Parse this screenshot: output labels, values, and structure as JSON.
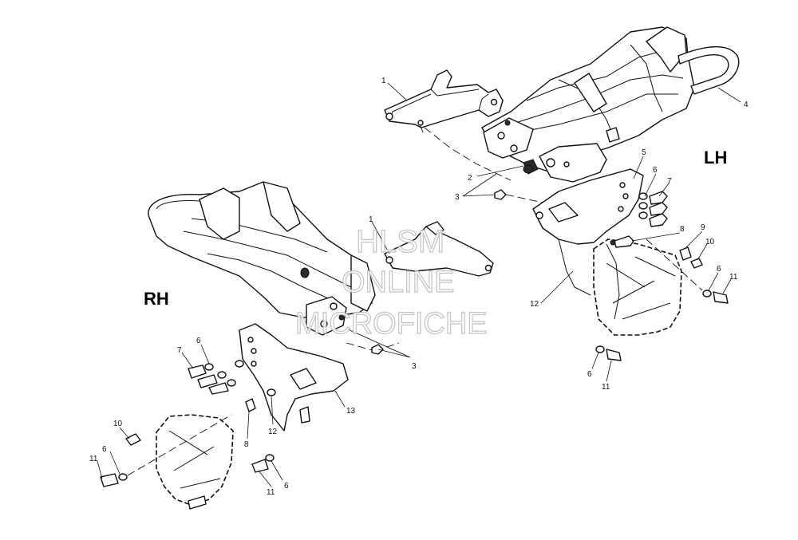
{
  "labels": {
    "lh": "LH",
    "rh": "RH"
  },
  "watermark": {
    "line1": "HLSM",
    "line2": "ONLINE",
    "line3": "MICROFICHE"
  },
  "callouts": [
    {
      "id": "c-lh-1",
      "text": "1"
    },
    {
      "id": "c-lh-4",
      "text": "4"
    },
    {
      "id": "c-lh-2",
      "text": "2"
    },
    {
      "id": "c-lh-3",
      "text": "3"
    },
    {
      "id": "c-lh-5",
      "text": "5"
    },
    {
      "id": "c-lh-6a",
      "text": "6"
    },
    {
      "id": "c-lh-7",
      "text": "7"
    },
    {
      "id": "c-lh-8",
      "text": "8"
    },
    {
      "id": "c-lh-9",
      "text": "9"
    },
    {
      "id": "c-lh-10",
      "text": "10"
    },
    {
      "id": "c-lh-6b",
      "text": "6"
    },
    {
      "id": "c-lh-11a",
      "text": "11"
    },
    {
      "id": "c-lh-12",
      "text": "12"
    },
    {
      "id": "c-lh-6c",
      "text": "6"
    },
    {
      "id": "c-lh-11b",
      "text": "11"
    },
    {
      "id": "c-rh-1",
      "text": "1"
    },
    {
      "id": "c-rh-7",
      "text": "7"
    },
    {
      "id": "c-rh-6a",
      "text": "6"
    },
    {
      "id": "c-rh-3",
      "text": "3"
    },
    {
      "id": "c-rh-13",
      "text": "13"
    },
    {
      "id": "c-rh-10",
      "text": "10"
    },
    {
      "id": "c-rh-8",
      "text": "8"
    },
    {
      "id": "c-rh-12",
      "text": "12"
    },
    {
      "id": "c-rh-6b",
      "text": "6"
    },
    {
      "id": "c-rh-11a",
      "text": "11"
    },
    {
      "id": "c-rh-6c",
      "text": "6"
    },
    {
      "id": "c-rh-11b",
      "text": "11"
    }
  ]
}
